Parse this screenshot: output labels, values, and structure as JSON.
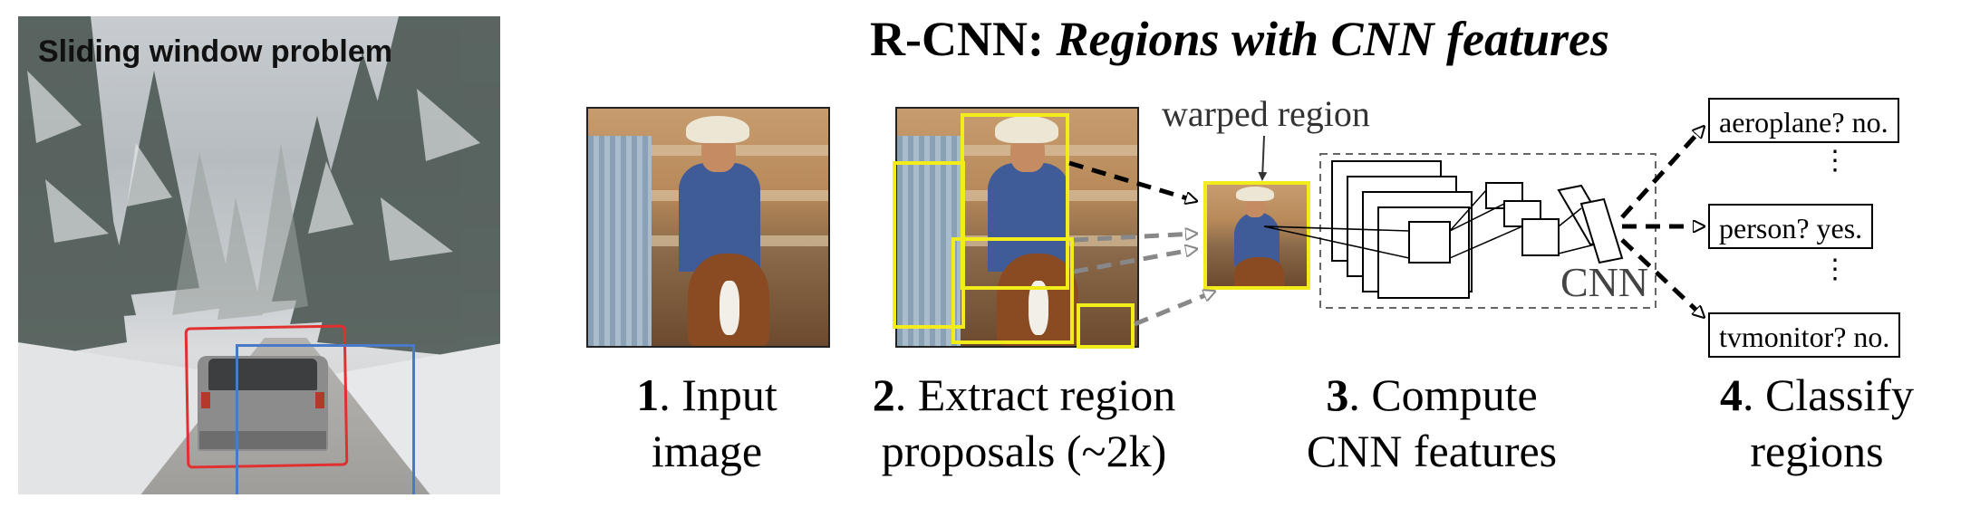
{
  "left_panel": {
    "title": "Sliding window problem",
    "box_colors": {
      "red": "#e03030",
      "blue": "#4a79c8"
    }
  },
  "diagram": {
    "title_plain": "R-CNN: ",
    "title_italic": "Regions with CNN features",
    "warped_label": "warped region",
    "cnn_label": "CNN",
    "steps": [
      {
        "num": "1",
        "line1_rest": ". Input",
        "line2": "image"
      },
      {
        "num": "2",
        "line1_rest": ". Extract region",
        "line2": "proposals (~2k)"
      },
      {
        "num": "3",
        "line1_rest": ". Compute",
        "line2": "CNN features"
      },
      {
        "num": "4",
        "line1_rest": ". Classify",
        "line2": "regions"
      }
    ],
    "classes": [
      "aeroplane? no.",
      "person? yes.",
      "tvmonitor? no."
    ],
    "ellipsis": "⋮",
    "proposal_color": "#f2ec1a"
  }
}
